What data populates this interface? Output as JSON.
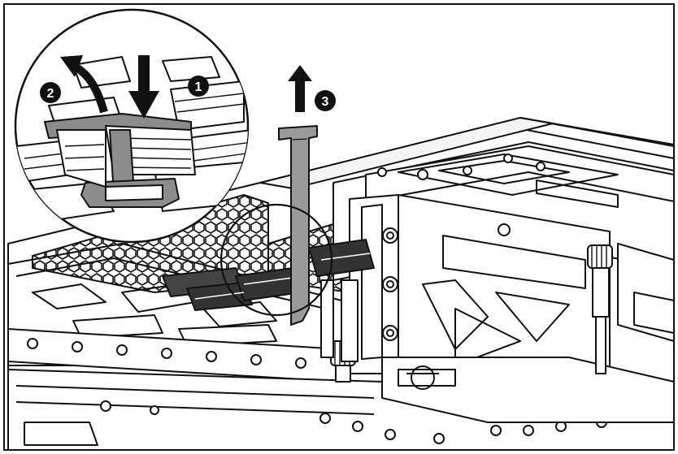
{
  "steps": [
    {
      "label": "1",
      "action": "press-down"
    },
    {
      "label": "2",
      "action": "rotate-latch-open"
    },
    {
      "label": "3",
      "action": "lift-card-out"
    }
  ],
  "colors": {
    "line": "#111111",
    "card": "#9a9a9a",
    "latch": "#8c8c8c",
    "background": "#ffffff"
  }
}
